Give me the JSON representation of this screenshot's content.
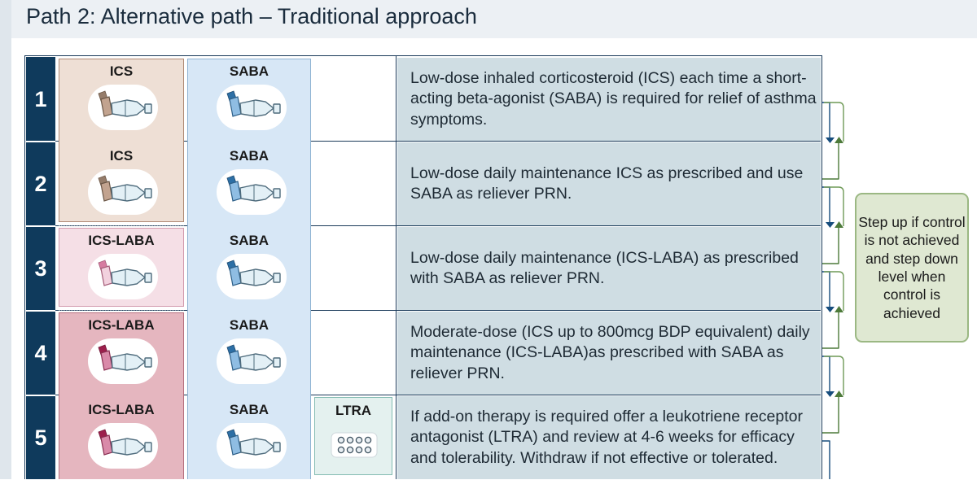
{
  "title": "Path 2: Alternative path – Traditional approach",
  "rows": [
    {
      "step": "1",
      "med1": "ICS",
      "med2": "SABA",
      "med3": "",
      "description": "Low-dose inhaled corticosteroid (ICS) each time a short-acting beta-agonist (SABA) is required for relief of asthma symptoms."
    },
    {
      "step": "2",
      "med1": "ICS",
      "med2": "SABA",
      "med3": "",
      "description": "Low-dose daily maintenance ICS as prescribed and use SABA as reliever PRN."
    },
    {
      "step": "3",
      "med1": "ICS-LABA",
      "med2": "SABA",
      "med3": "",
      "description": "Low-dose daily maintenance (ICS-LABA) as prescribed with SABA as reliever PRN."
    },
    {
      "step": "4",
      "med1": "ICS-LABA",
      "med2": "SABA",
      "med3": "",
      "description": "Moderate-dose (ICS up to 800mcg BDP equivalent) daily maintenance (ICS-LABA)as prescribed with SABA as reliever PRN."
    },
    {
      "step": "5",
      "med1": "ICS-LABA",
      "med2": "SABA",
      "med3": "LTRA",
      "description": "If add-on therapy is required offer a leukotriene receptor antagonist (LTRA) and review at 4-6 weeks for efficacy and tolerability. Withdraw if not effective or tolerated."
    }
  ],
  "step_note": "Step up if control is not achieved and step down level when control is achieved",
  "colors": {
    "step_column": "#0f3a5c",
    "description_fill": "#cfdde3",
    "ics_fill": "#eedfd5",
    "ics_laba_light_fill": "#f5dfe6",
    "ics_laba_dark_fill": "#e5b6bf",
    "saba_fill": "#d7e7f6",
    "ltra_fill": "#e4f1ef",
    "step_up_arrow": "#4d7a3a",
    "step_down_arrow": "#174d7d",
    "note_fill": "#dfe8d2"
  },
  "icons": {
    "ics": "inhaler-spacer-icon",
    "saba": "inhaler-spacer-icon",
    "ltra": "tablet-blister-pack-icon",
    "step_up": "triangle-up-icon",
    "step_down": "triangle-down-icon"
  }
}
